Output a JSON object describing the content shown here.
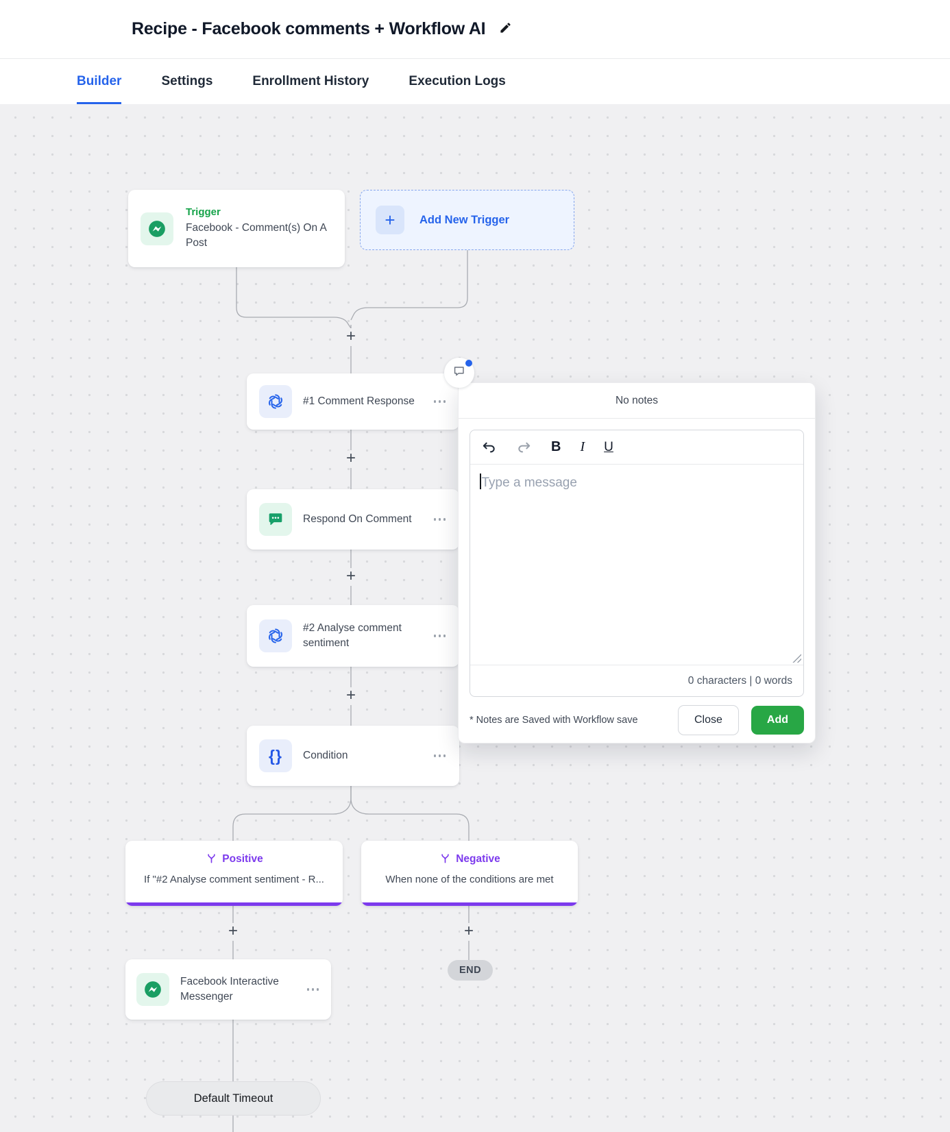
{
  "header": {
    "title": "Recipe - Facebook comments + Workflow AI"
  },
  "tabs": [
    {
      "label": "Builder",
      "active": true
    },
    {
      "label": "Settings",
      "active": false
    },
    {
      "label": "Enrollment History",
      "active": false
    },
    {
      "label": "Execution Logs",
      "active": false
    }
  ],
  "canvas": {
    "trigger": {
      "kind": "Trigger",
      "title": "Facebook - Comment(s) On A Post",
      "icon": "messenger-icon"
    },
    "add_trigger": {
      "label": "Add New Trigger",
      "icon": "plus-icon"
    },
    "nodes": [
      {
        "title": "#1 Comment Response",
        "icon": "openai-icon"
      },
      {
        "title": "Respond On Comment",
        "icon": "comment-bubble-icon"
      },
      {
        "title": "#2 Analyse comment sentiment",
        "icon": "openai-icon"
      },
      {
        "title": "Condition",
        "icon": "braces-icon",
        "glyph": "{}"
      }
    ],
    "branches": [
      {
        "label": "Positive",
        "description": "If \"#2 Analyse comment sentiment - R...",
        "icon": "branch-icon"
      },
      {
        "label": "Negative",
        "description": "When none of the conditions are met",
        "icon": "branch-icon"
      }
    ],
    "action_node": {
      "title": "Facebook Interactive Messenger",
      "icon": "messenger-icon"
    },
    "end_label": "END",
    "timeout_label": "Default Timeout"
  },
  "note_popup": {
    "header": "No notes",
    "toolbar": {
      "bold": "B",
      "italic": "I",
      "underline": "U"
    },
    "editor_placeholder": "Type a message",
    "counter": "0 characters | 0 words",
    "footnote": "* Notes are Saved with Workflow save",
    "close_label": "Close",
    "add_label": "Add"
  },
  "colors": {
    "accent_blue": "#2563eb",
    "trigger_green": "#16a34a",
    "node_icon_green": "#18a06a",
    "branch_purple": "#7c3aed",
    "add_button_green": "#28a745",
    "canvas_bg": "#f0f0f2"
  }
}
